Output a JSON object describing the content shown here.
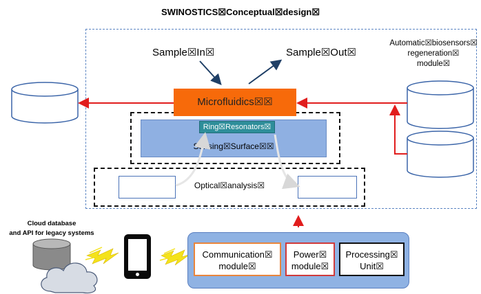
{
  "title": "SWINOSTICS☒Conceptual☒design☒",
  "labels": {
    "sample_in": "Sample☒In☒",
    "sample_out": "Sample☒Out☒",
    "regen_line1": "Automatic☒biosensors☒",
    "regen_line2": "regeneration☒",
    "regen_line3": "module☒",
    "microfluidics": "Microfluidics☒☒",
    "ring_resonators": "Ring☒Resonators☒",
    "sensing_surface": "Sensing☒Surface☒☒",
    "optical_analysis": "Optical☒analysis☒",
    "cloud_line1": "Cloud database",
    "cloud_line2": "and API for legacy systems"
  },
  "modules": {
    "comm_line1": "Communication☒",
    "comm_line2": "module☒",
    "power_line1": "Power☒",
    "power_line2": "module☒",
    "proc_line1": "Processing☒",
    "proc_line2": "Unit☒"
  },
  "colors": {
    "microfluidics": "#f76a0a",
    "sensing_surface": "#8fb0e2",
    "ring_resonators": "#2e8e9a",
    "flow_arrow": "#e11d1d",
    "sample_arrow": "#1f3f66",
    "outer_dashed": "#5a84c2",
    "panel": "#8fb2e3",
    "lightning": "#f4e21a"
  },
  "icons": [
    "cylinder-icon",
    "cloud-icon",
    "tablet-icon",
    "lightning-icon"
  ]
}
